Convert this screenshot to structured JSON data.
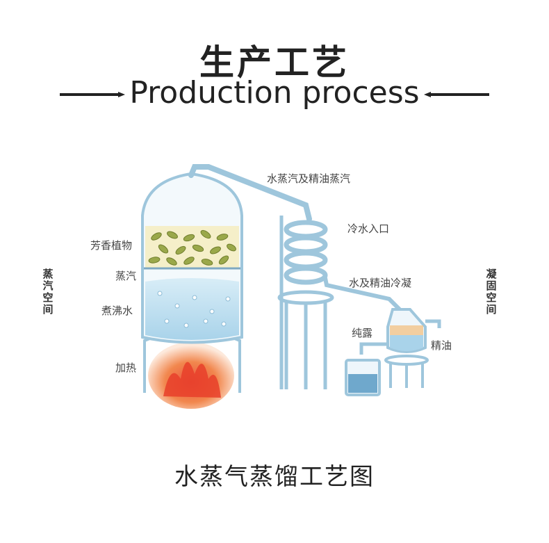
{
  "header": {
    "title_cn": "生产工艺",
    "title_en": "Production process"
  },
  "diagram": {
    "labels": {
      "vapor": "水蒸汽及精油蒸汽",
      "cold_water_inlet": "冷水入口",
      "condensation": "水及精油冷凝",
      "plants": "芳香植物",
      "steam": "蒸汽",
      "boiling_water": "煮沸水",
      "heating": "加热",
      "hydrosol": "纯露",
      "essential_oil": "精油",
      "steam_space": "蒸汽空间",
      "condensation_space": "凝固空间"
    }
  },
  "caption": "水蒸气蒸馏工艺图",
  "colors": {
    "glass": "#9ec6dc",
    "water": "#bfe0f2",
    "leaf": "#9aa84a",
    "fire": "#e8402a",
    "oil": "#f2c48a"
  }
}
